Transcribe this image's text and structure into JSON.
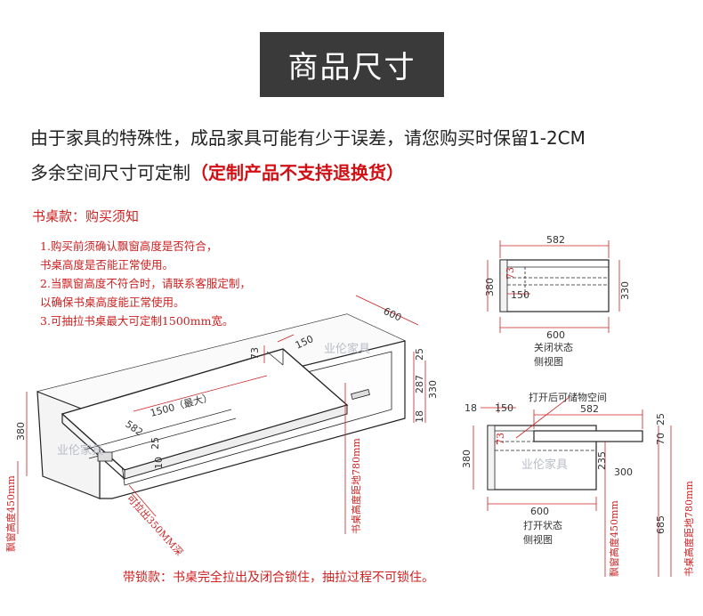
{
  "title": "商品尺寸",
  "notice": {
    "line1": "由于家具的特殊性，成品家具可能有少于误差，请您购买时保留1-2CM",
    "line2": "多余空间尺寸可定制",
    "line2_red": "（定制产品不支持退换货）"
  },
  "desk_heading": "书桌款：购买须知",
  "notes": [
    "1.购买前须确认飘窗高度是否符合，",
    "书桌高度是否能正常使用。",
    "2.当飘窗高度不符合时，请联系客服定制，",
    "以确保书桌高度能正常使用。",
    "3.可抽拉书桌最大可定制1500mm宽。"
  ],
  "footer_note": "带锁款：书桌完全拉出及闭合锁住，抽拉过程不可锁住。",
  "watermark": "业伦家具",
  "iso": {
    "d600": "600",
    "d150": "150",
    "d73": "73",
    "d1500": "1500（最大）",
    "d582": "582",
    "d25": "25",
    "d10": "10",
    "d380": "380",
    "d287": "287",
    "d18": "18",
    "d330": "330",
    "d25r": "25",
    "label_window": "飘窗高度450mm",
    "label_pull": "可拉出350MM深",
    "label_desk": "书桌高度距地780mm"
  },
  "closed_view": {
    "d582": "582",
    "d380": "380",
    "d73": "73",
    "d150": "150",
    "d330": "330",
    "d600": "600",
    "caption1": "关闭状态",
    "caption2": "侧视图"
  },
  "open_view": {
    "d18": "18",
    "d150": "150",
    "storage_label": "打开后可储物空间",
    "d582": "582",
    "d25": "25",
    "d70": "70",
    "d380": "380",
    "d73": "73",
    "d235": "235",
    "d300": "300",
    "d600": "600",
    "d685": "685",
    "caption1": "打开状态",
    "caption2": "侧视图",
    "label_window": "飘窗高度450mm",
    "label_desk": "书桌高度距地780mm"
  },
  "colors": {
    "title_bg": "#3a3a3a",
    "red": "#d20f14",
    "dim_red": "#c22"
  }
}
